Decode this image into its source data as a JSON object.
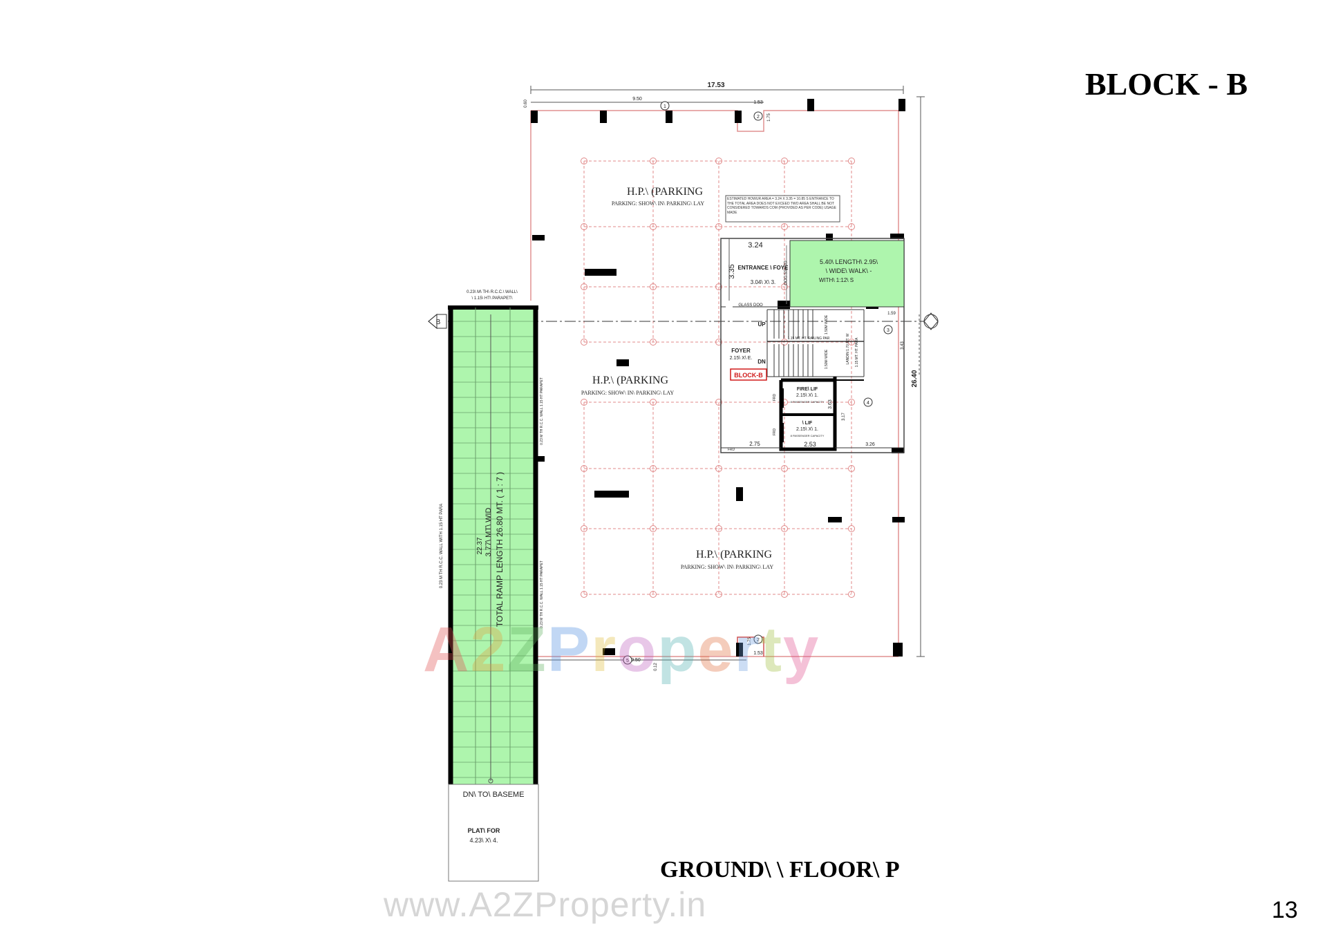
{
  "title": "BLOCK - B",
  "floor_title": "GROUND\\ \\ FLOOR\\ P",
  "page_number": "13",
  "watermark_url": "www.A2ZProperty.in",
  "watermark_logo": "A2ZProperty",
  "colors": {
    "green_fill": "#aef5ad",
    "grid_red": "#e08888",
    "wall": "#000000",
    "dim_line": "#555555",
    "block_label": "#d01818"
  },
  "dimensions": {
    "overall_width": "17.53",
    "overall_depth": "26.40",
    "top_left_span": "9.50",
    "top_small": "0.60",
    "top_notch_w": "1.53",
    "top_notch_h": "1.75",
    "bottom_span": "9.50",
    "bottom_small": "0.12",
    "bottom_notch_w": "1.53",
    "bottom_notch_h": "1.75",
    "entrance_w": "3.24",
    "entrance_h": "3.35",
    "core_bottom_left": "2.75",
    "core_bottom_mid": "2.53",
    "core_bottom_right": "3.26",
    "right_offset": "1.59",
    "right_side": "3.43",
    "lift_h": "3.63",
    "lift_side": "3.17",
    "ramp_inner": "22.37"
  },
  "grid_markers": [
    "1",
    "2",
    "3",
    "4",
    "5",
    "2"
  ],
  "axis_marker": "B",
  "rooms": {
    "parking_label": "H.P.\\ (PARKING",
    "parking_sub": "PARKING: SHOW\\ IN\\ PARKING\\ LAY",
    "entrance_label": "ENTRANCE \\ FOYE",
    "entrance_size": "3.04\\ X\\ 3.",
    "glass_door_v": "GLASS DOO",
    "glass_door_h": "GLASS DOO",
    "walk_line1": "5.40\\ LENGTH\\ 2.95\\",
    "walk_line2": "\\ WIDE\\ WALK\\ -",
    "walk_line3": "WITH\\ 1:12\\ S",
    "foyer_label": "FOYER",
    "foyer_size": "2.15\\ X\\ E.",
    "up": "UP",
    "dn": "DN",
    "block_tag": "BLOCK-B",
    "fire_lift": "FIRE\\ LIF",
    "fire_lift_size": "2.15\\ X\\ 1.",
    "lift": "\\ LIF",
    "lift_size": "2.15\\ X\\ 1.",
    "capacity": "8 PASSENGER CAPACITY",
    "frd": "FRD",
    "railing": "1.15 MT. HT. RAILING PAR",
    "landing": "LANDIN 1.70 MT. W",
    "stair_wide": "1.50M WIDE",
    "parapet_note": "1.15 MT. HT. PARA"
  },
  "notes": {
    "top_note": "ESTIMATED HOWUR AREA = 3.24 X 3.35 = 10.85 S ENTRANCE TO THE TOTAL AREA DOES NOT EXCEED TWO AREA SHALL BE NOT CONSIDERED TOWARDS COM (PROVIDED AS PER CODE) USAGE MADE",
    "ramp_top_note1": "0.23\\ M\\ TH\\ R.C.C.\\ WALL\\",
    "ramp_top_note2": "\\ 1.15\\ HT\\ PARAPET\\",
    "ramp_side_note": "0.23 M TH R.C.C. WALL WITH 1.15 HT PARA",
    "ramp_wall_note1": "0.23 M TH R.C.C. WALL 1.15 HT PARAPET",
    "ramp_wall_note2": "0.23 M TH R.C.C. WALL 1.15 HT PARAPET",
    "ramp_width": "3.77\\ MT\\ WID",
    "ramp_length": "TOTAL RAMP LENGTH 26.80  MT.  ( 1 : 7 )",
    "ramp_down": "DN\\ TO\\ BASEME",
    "platform_label": "PLAT\\ FOR",
    "platform_size": "4.23\\ X\\ 4."
  }
}
